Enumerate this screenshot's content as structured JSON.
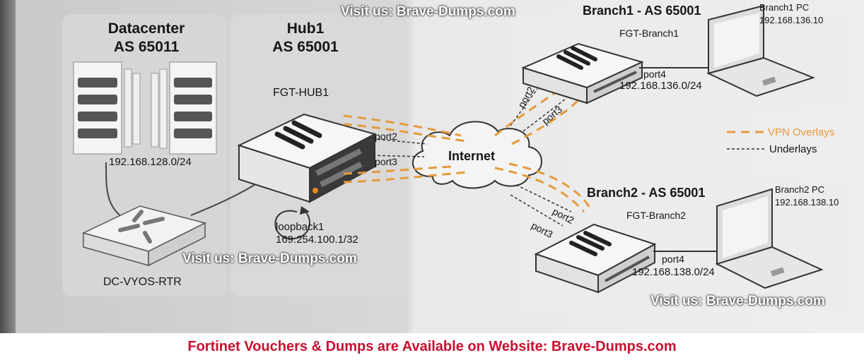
{
  "datacenter": {
    "title": "Datacenter",
    "as": "AS 65011",
    "subnet": "192.168.128.0/24",
    "router": "DC-VYOS-RTR"
  },
  "hub": {
    "title": "Hub1",
    "as": "AS 65001",
    "device": "FGT-HUB1",
    "port2": "port2",
    "port3": "port3",
    "loopback": "loopback1",
    "loopback_ip": "169.254.100.1/32"
  },
  "internet": {
    "label": "Internet"
  },
  "branch1": {
    "title": "Branch1 - AS 65001",
    "device": "FGT-Branch1",
    "port2": "port2",
    "port3": "port3",
    "port4": "port4",
    "subnet": "192.168.136.0/24",
    "pc": "Branch1 PC",
    "pc_ip": "192.168.136.10"
  },
  "branch2": {
    "title": "Branch2 - AS 65001",
    "device": "FGT-Branch2",
    "port2": "port2",
    "port3": "port3",
    "port4": "port4",
    "subnet": "192.168.138.0/24",
    "pc": "Branch2 PC",
    "pc_ip": "192.168.138.10"
  },
  "legend": {
    "vpn": "VPN Overlays",
    "underlay": "Underlays",
    "vpn_color": "#e59a3c",
    "underlay_color": "#333333"
  },
  "watermark": {
    "text": "Visit us: Brave-Dumps.com"
  },
  "footer": {
    "text": "Fortinet Vouchers & Dumps are Available on Website: Brave-Dumps.com",
    "color": "#c8102e"
  }
}
